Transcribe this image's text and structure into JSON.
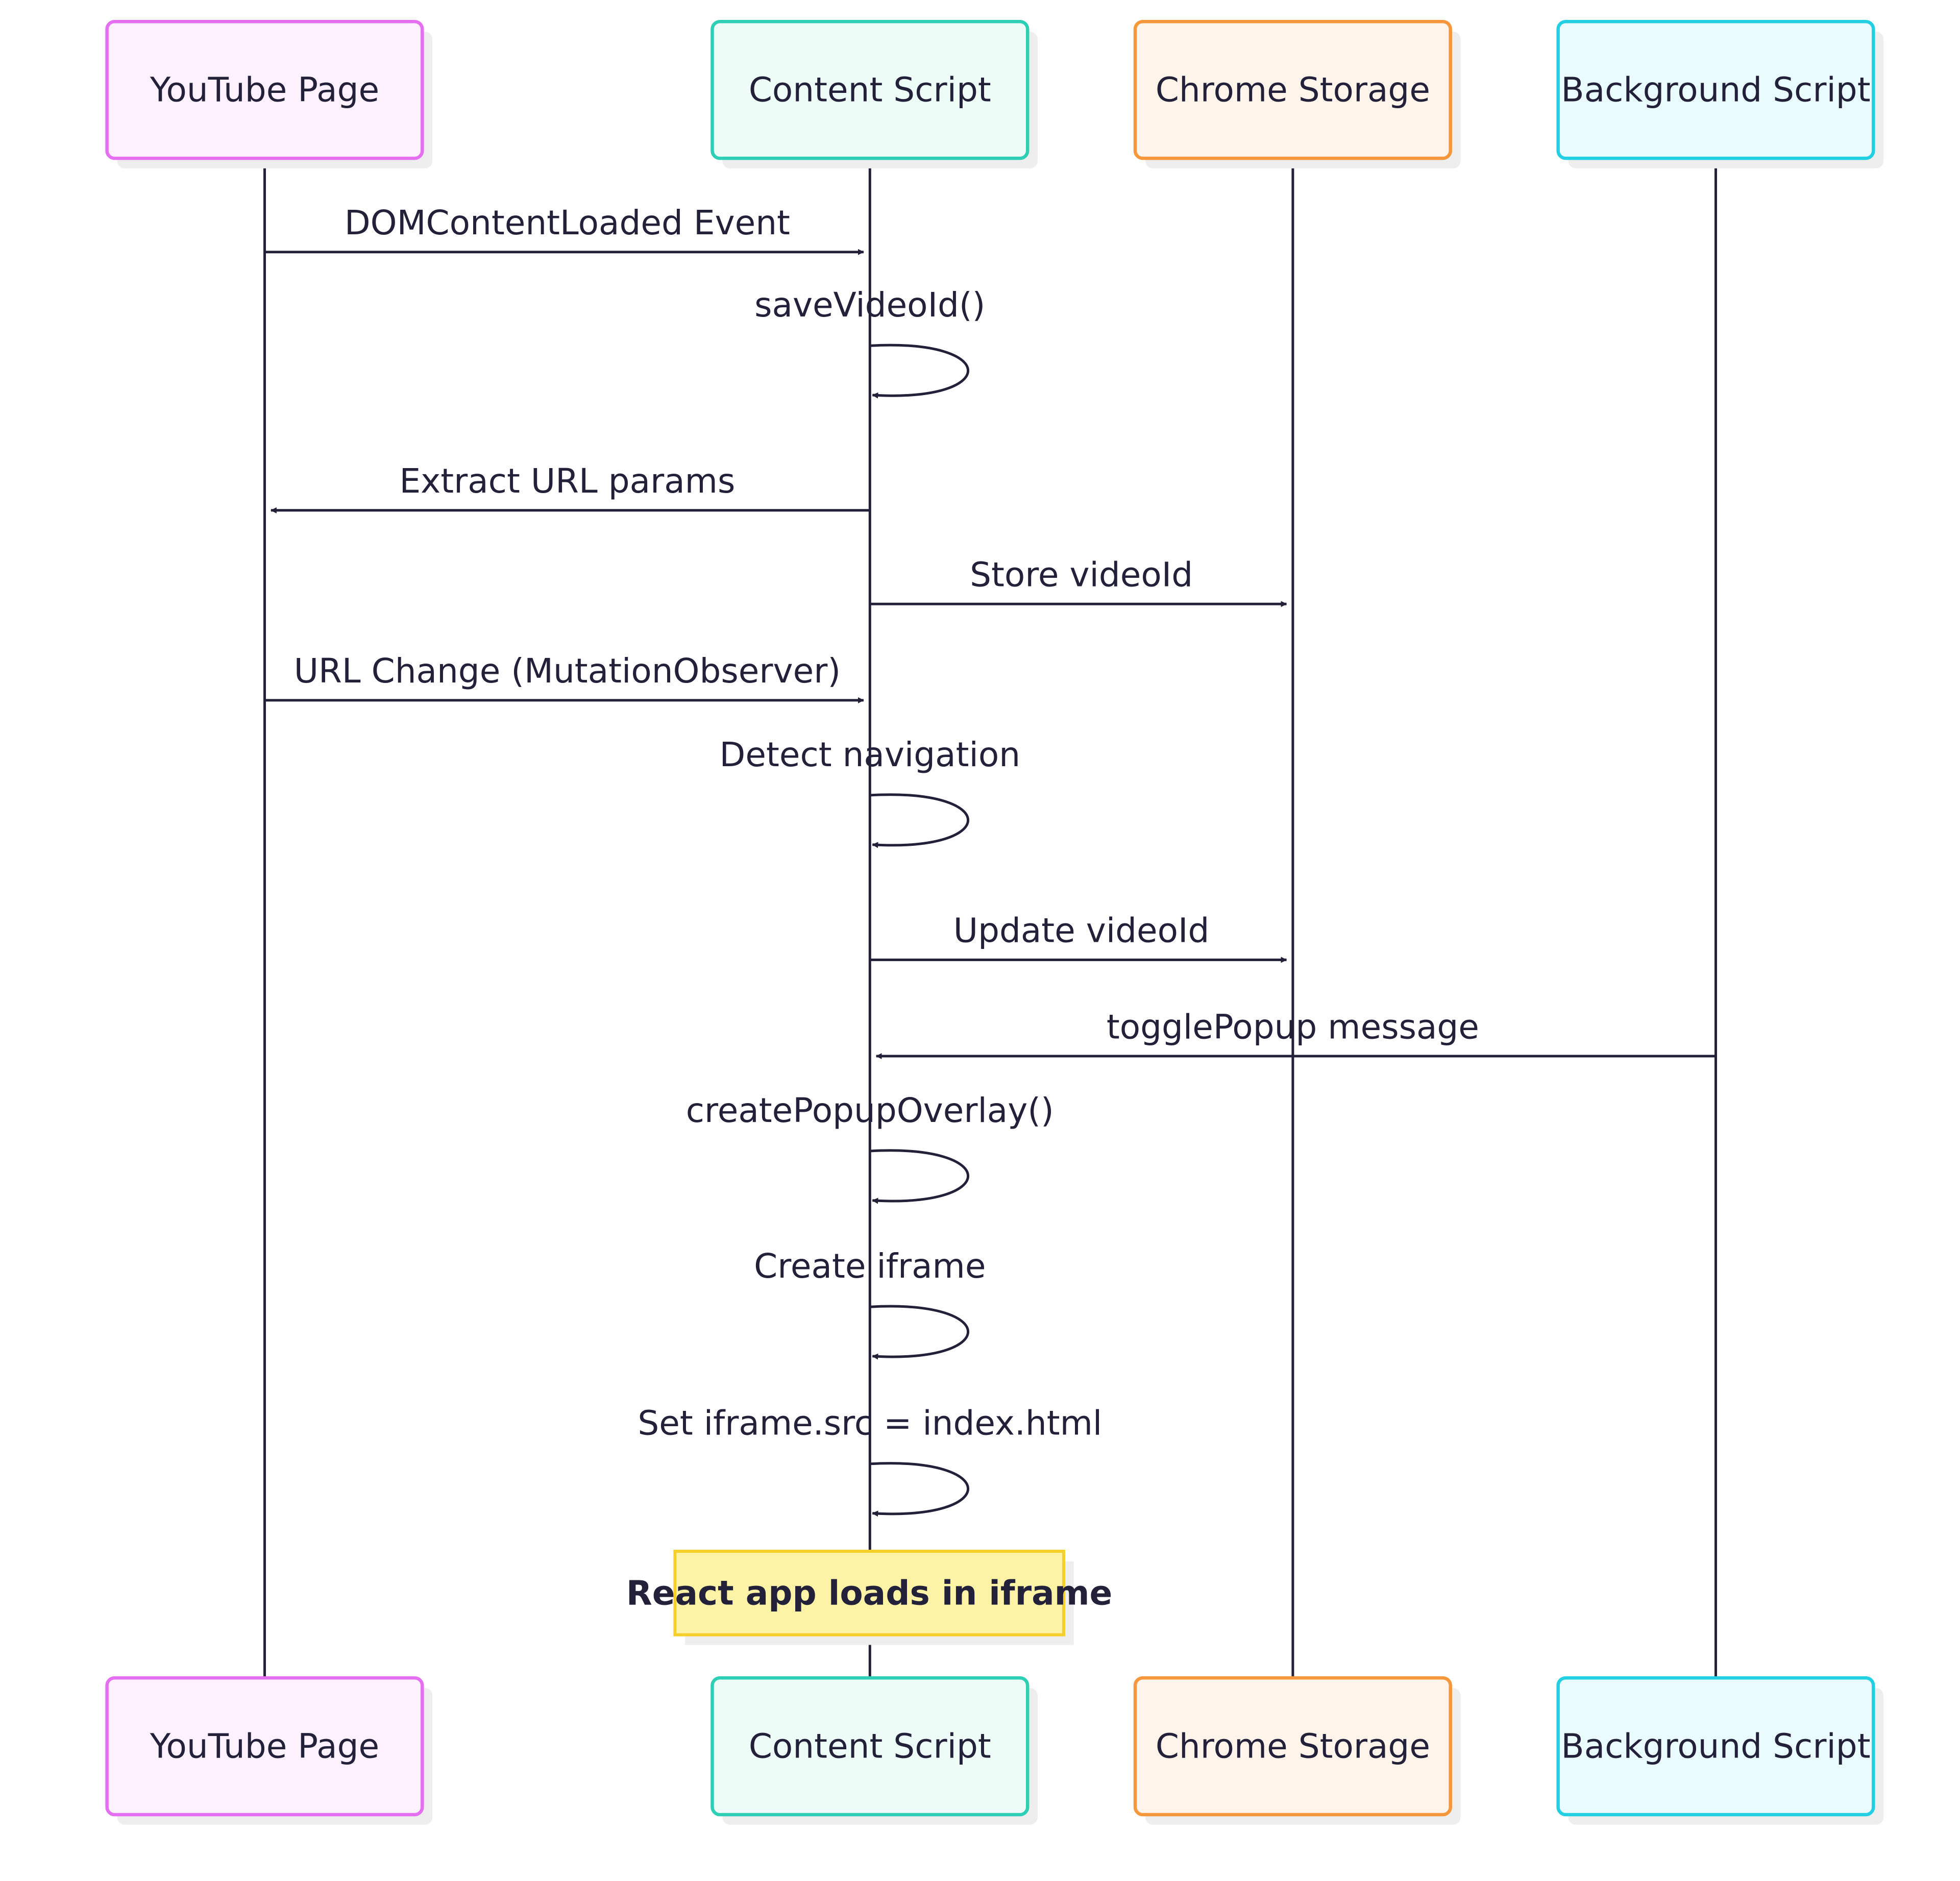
{
  "participants": [
    {
      "id": "yt",
      "label": "YouTube Page",
      "fill": "#fdf1fe",
      "stroke": "#e46ff0"
    },
    {
      "id": "cs",
      "label": "Content Script",
      "fill": "#eefcf8",
      "stroke": "#2ecfb4"
    },
    {
      "id": "st",
      "label": "Chrome Storage",
      "fill": "#fff4ea",
      "stroke": "#f5973a"
    },
    {
      "id": "bg",
      "label": "Background Script",
      "fill": "#e9fbfd",
      "stroke": "#23cfe2"
    }
  ],
  "messages": [
    {
      "from": "yt",
      "to": "cs",
      "text": "DOMContentLoaded Event"
    },
    {
      "from": "cs",
      "to": "cs",
      "text": "saveVideoId()"
    },
    {
      "from": "cs",
      "to": "yt",
      "text": "Extract URL params"
    },
    {
      "from": "cs",
      "to": "st",
      "text": "Store videoId"
    },
    {
      "from": "yt",
      "to": "cs",
      "text": "URL Change (MutationObserver)"
    },
    {
      "from": "cs",
      "to": "cs",
      "text": "Detect navigation"
    },
    {
      "from": "cs",
      "to": "st",
      "text": "Update videoId"
    },
    {
      "from": "bg",
      "to": "cs",
      "text": "togglePopup message"
    },
    {
      "from": "cs",
      "to": "cs",
      "text": "createPopupOverlay()"
    },
    {
      "from": "cs",
      "to": "cs",
      "text": "Create iframe"
    },
    {
      "from": "cs",
      "to": "cs",
      "text": "Set iframe.src = index.html"
    }
  ],
  "note": {
    "over": "cs",
    "text": "React app loads in iframe",
    "fill": "#fdf3a6",
    "stroke": "#f5cf2a"
  },
  "colors": {
    "line": "#23213a",
    "shadow": "#eeeeee"
  }
}
